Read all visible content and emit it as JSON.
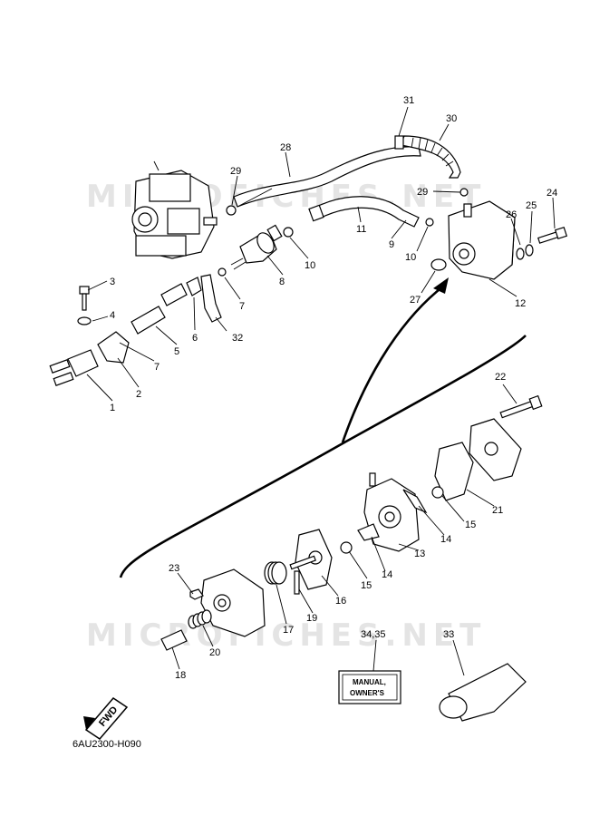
{
  "diagram_code": "6AU2300-H090",
  "watermark": "MICROFICHES.NET",
  "forward_label": "FWD",
  "manual_box": {
    "line1": "MANUAL,",
    "line2": "OWNER'S"
  },
  "callouts": {
    "c1": "1",
    "c2": "2",
    "c3": "3",
    "c4": "4",
    "c5": "5",
    "c6": "6",
    "c7a": "7",
    "c7b": "7",
    "c8": "8",
    "c9": "9",
    "c10a": "10",
    "c10b": "10",
    "c11": "11",
    "c12": "12",
    "c13": "13",
    "c14a": "14",
    "c14b": "14",
    "c15a": "15",
    "c15b": "15",
    "c16": "16",
    "c17": "17",
    "c18": "18",
    "c19": "19",
    "c20": "20",
    "c21": "21",
    "c22": "22",
    "c23": "23",
    "c24": "24",
    "c25": "25",
    "c26": "26",
    "c27": "27",
    "c28": "28",
    "c29a": "29",
    "c29b": "29",
    "c30": "30",
    "c31": "31",
    "c32": "32",
    "c33": "33",
    "c34_35": "34,35"
  }
}
